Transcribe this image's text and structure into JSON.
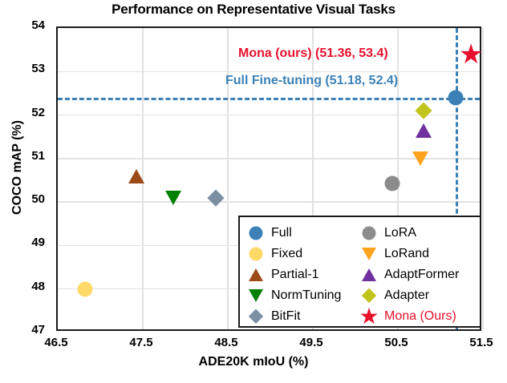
{
  "chart_data": {
    "type": "scatter",
    "title": "Performance on Representative Visual Tasks",
    "xlabel": "ADE20K mIoU (%)",
    "ylabel": "COCO mAP (%)",
    "xlim": [
      46.5,
      51.5
    ],
    "ylim": [
      47,
      54
    ],
    "xticks": [
      "46.5",
      "47.5",
      "48.5",
      "49.5",
      "50.5",
      "51.5"
    ],
    "yticks": [
      "47",
      "48",
      "49",
      "50",
      "51",
      "52",
      "53",
      "54"
    ],
    "grid": true,
    "legend_position": "lower-right-inside",
    "points": [
      {
        "name": "Full",
        "x": 51.18,
        "y": 52.4,
        "marker": "circle",
        "color": "#3b81b8"
      },
      {
        "name": "Fixed",
        "x": 46.82,
        "y": 48.0,
        "marker": "circle",
        "color": "#ffd968"
      },
      {
        "name": "Partial-1",
        "x": 47.42,
        "y": 50.6,
        "marker": "triangle-up",
        "color": "#9c4a16"
      },
      {
        "name": "NormTuning",
        "x": 47.86,
        "y": 50.1,
        "marker": "triangle-down",
        "color": "#008000"
      },
      {
        "name": "BitFit",
        "x": 48.36,
        "y": 50.1,
        "marker": "diamond",
        "color": "#7b8fa3"
      },
      {
        "name": "LoRA",
        "x": 50.43,
        "y": 50.42,
        "marker": "circle",
        "color": "#8c8c8c"
      },
      {
        "name": "LoRand",
        "x": 50.76,
        "y": 51.0,
        "marker": "triangle-down",
        "color": "#ffa21e"
      },
      {
        "name": "AdaptFormer",
        "x": 50.8,
        "y": 51.65,
        "marker": "triangle-up",
        "color": "#7030a0"
      },
      {
        "name": "Adapter",
        "x": 50.8,
        "y": 52.1,
        "marker": "diamond",
        "color": "#c2c41e"
      },
      {
        "name": "Mona (Ours)",
        "x": 51.36,
        "y": 53.4,
        "marker": "star",
        "color": "#e8112d"
      }
    ],
    "reference_lines": [
      {
        "name": "full-fine-tuning-hline",
        "axis": "y",
        "value": 52.4,
        "color": "#3b81b8",
        "style": "dashed"
      },
      {
        "name": "full-fine-tuning-vline",
        "axis": "x",
        "value": 51.18,
        "color": "#3b81b8",
        "style": "dashed"
      }
    ],
    "annotations": [
      {
        "name": "mona-annotation",
        "text": "Mona (ours) (51.36, 53.4)",
        "color": "#e8112d"
      },
      {
        "name": "full-annotation",
        "text": "Full Fine-tuning (51.18, 52.4)",
        "color": "#3b81b8"
      }
    ]
  },
  "legend": {
    "left_column": [
      {
        "label": "Full",
        "marker": "circle",
        "color": "#3b81b8"
      },
      {
        "label": "Fixed",
        "marker": "circle",
        "color": "#ffd968"
      },
      {
        "label": "Partial-1",
        "marker": "triangle-up",
        "color": "#9c4a16"
      },
      {
        "label": "NormTuning",
        "marker": "triangle-down",
        "color": "#008000"
      },
      {
        "label": "BitFit",
        "marker": "diamond",
        "color": "#7b8fa3"
      }
    ],
    "right_column": [
      {
        "label": "LoRA",
        "marker": "circle",
        "color": "#8c8c8c"
      },
      {
        "label": "LoRand",
        "marker": "triangle-down",
        "color": "#ffa21e"
      },
      {
        "label": "AdaptFormer",
        "marker": "triangle-up",
        "color": "#7030a0"
      },
      {
        "label": "Adapter",
        "marker": "diamond",
        "color": "#c2c41e"
      },
      {
        "label": "Mona (Ours)",
        "marker": "star",
        "color": "#e8112d"
      }
    ]
  }
}
